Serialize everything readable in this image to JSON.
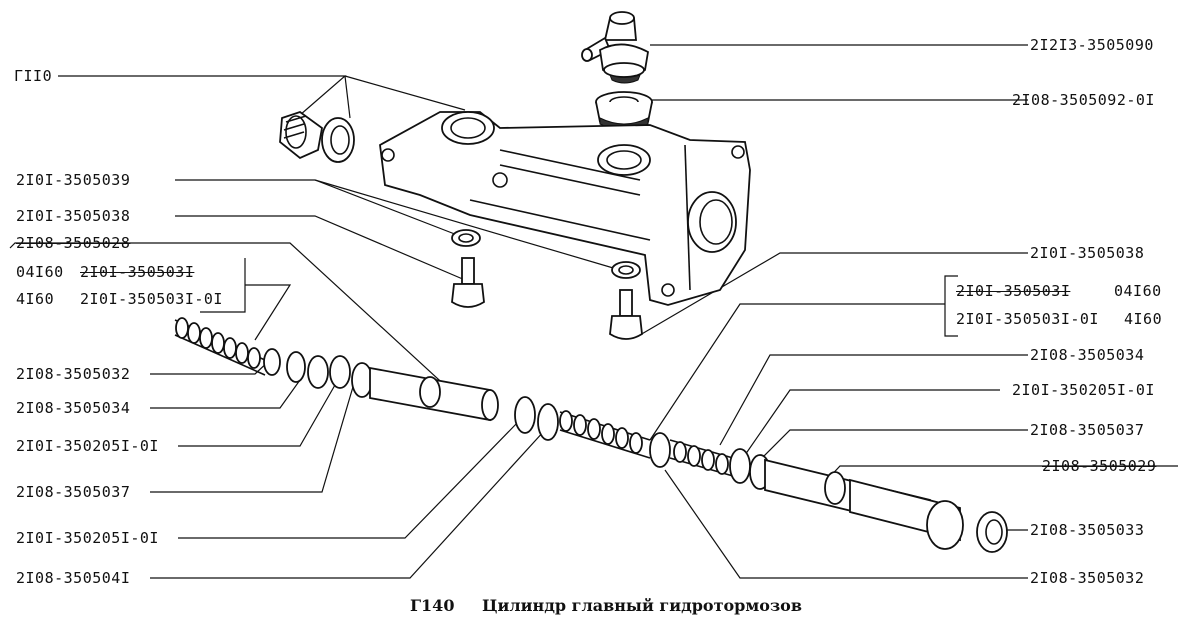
{
  "caption": {
    "code": "Г140",
    "title": "Цилиндр главный гидротормозов"
  },
  "labels": {
    "l_2i2i3_090": "2I2I3-3505090",
    "l_gii0": "ГII0",
    "l_2i08_092": "2I08-3505092-0I",
    "l_2i0i_039": "2I0I-3505039",
    "l_2i0i_038_left": "2I0I-3505038",
    "l_2i08_028": "2I08-3505028",
    "l_04i60_left": "04I60",
    "l_2i0i_031_left": "2I0I-350503I",
    "l_4i60_left": "4I60",
    "l_2i0i_031_0i_left": "2I0I-350503I-0I",
    "l_2i0i_038_right": "2I0I-3505038",
    "l_2i0i_031_right": "2I0I-350503I",
    "l_04i60_right": "04I60",
    "l_2i0i_031_0i_right": "2I0I-350503I-0I",
    "l_4i60_right": "4I60",
    "l_2i08_034_right": "2I08-3505034",
    "l_2i08_032_left": "2I08-3505032",
    "l_2i0i_205i_right": "2I0I-350205I-0I",
    "l_2i08_034_left": "2I08-3505034",
    "l_2i08_037_right": "2I08-3505037",
    "l_2i0i_205i_left1": "2I0I-350205I-0I",
    "l_2i08_029": "2I08-3505029",
    "l_2i08_037_left": "2I08-3505037",
    "l_2i08_033": "2I08-3505033",
    "l_2i0i_205i_left2": "2I0I-350205I-0I",
    "l_2i08_04i": "2I08-350504I",
    "l_2i08_032_right": "2I08-3505032"
  }
}
